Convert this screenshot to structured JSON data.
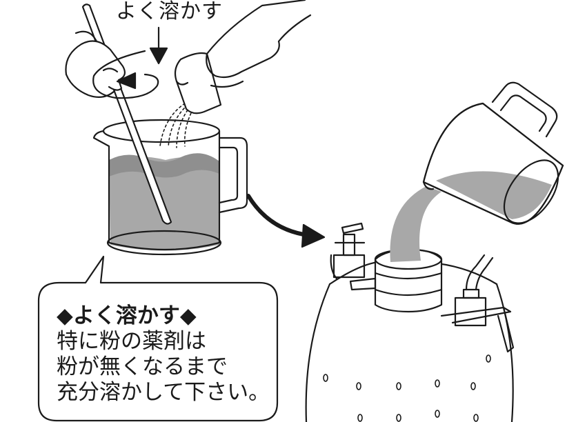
{
  "top_label": "よく溶かす",
  "callout": {
    "title": "◆よく溶かす◆",
    "lines": [
      "特に粉の薬剤は",
      "粉が無くなるまで",
      "充分溶かして下さい。"
    ]
  },
  "colors": {
    "liquid": "#a8a8a8",
    "liquid_dark": "#8f8f8f",
    "outline": "#1a1a1a"
  }
}
